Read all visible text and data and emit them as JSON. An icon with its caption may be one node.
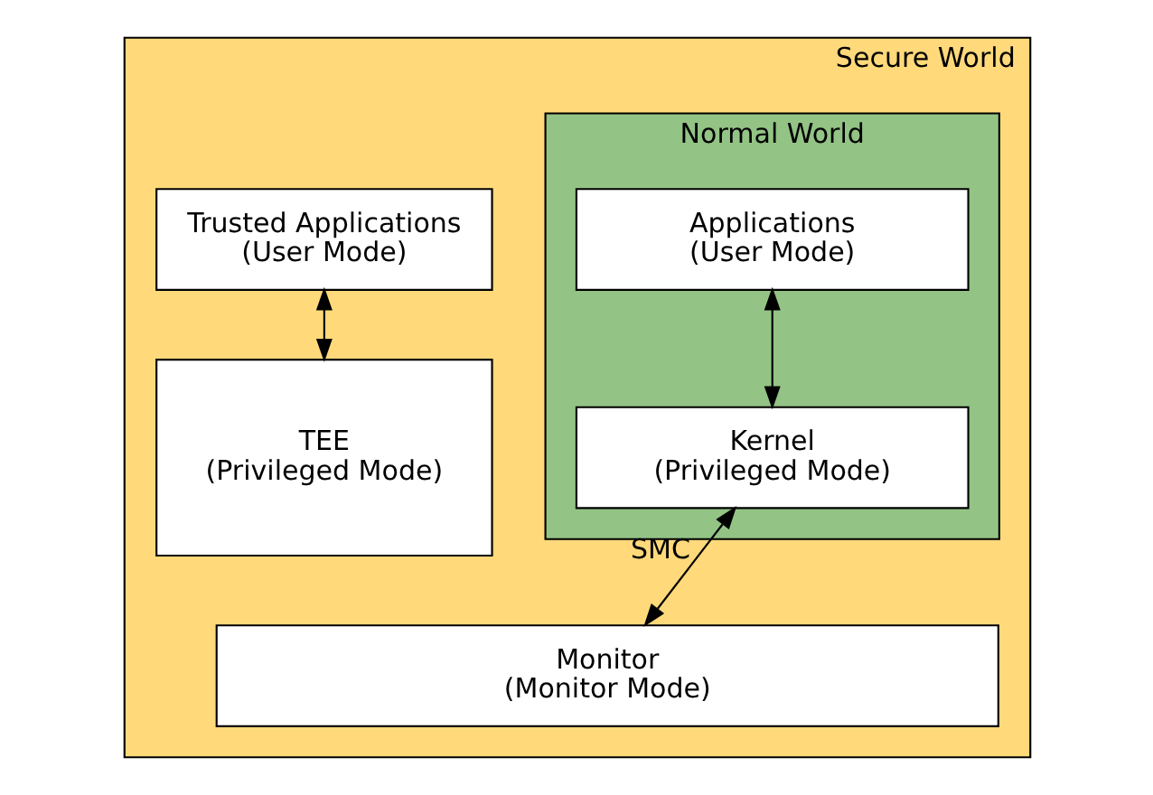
{
  "diagram": {
    "nodes": [
      {
        "text": [
          "Secure World"
        ]
      },
      {
        "text": [
          "Normal World"
        ],
        "in": 0
      },
      {
        "text": [
          "Applications",
          "(User Mode)"
        ],
        "in": 1
      },
      {
        "text": [
          "Kernel",
          "(Privileged Mode)"
        ],
        "in": 1
      },
      {
        "text": [
          "Trusted Applications",
          "(User Mode)"
        ],
        "in": 0
      },
      {
        "text": [
          "TEE",
          "(Privileged Mode)"
        ],
        "in": 0
      },
      {
        "text": [
          "Monitor",
          "(Monitor Mode)"
        ],
        "in": 0
      }
    ],
    "edges": [
      {
        "from": 2,
        "to": 3,
        "arrow": "both"
      },
      {
        "from": 4,
        "to": 5,
        "arrow": "both"
      },
      {
        "from": 3,
        "to": 6,
        "arrow": "both",
        "label": "SMC"
      }
    ]
  }
}
